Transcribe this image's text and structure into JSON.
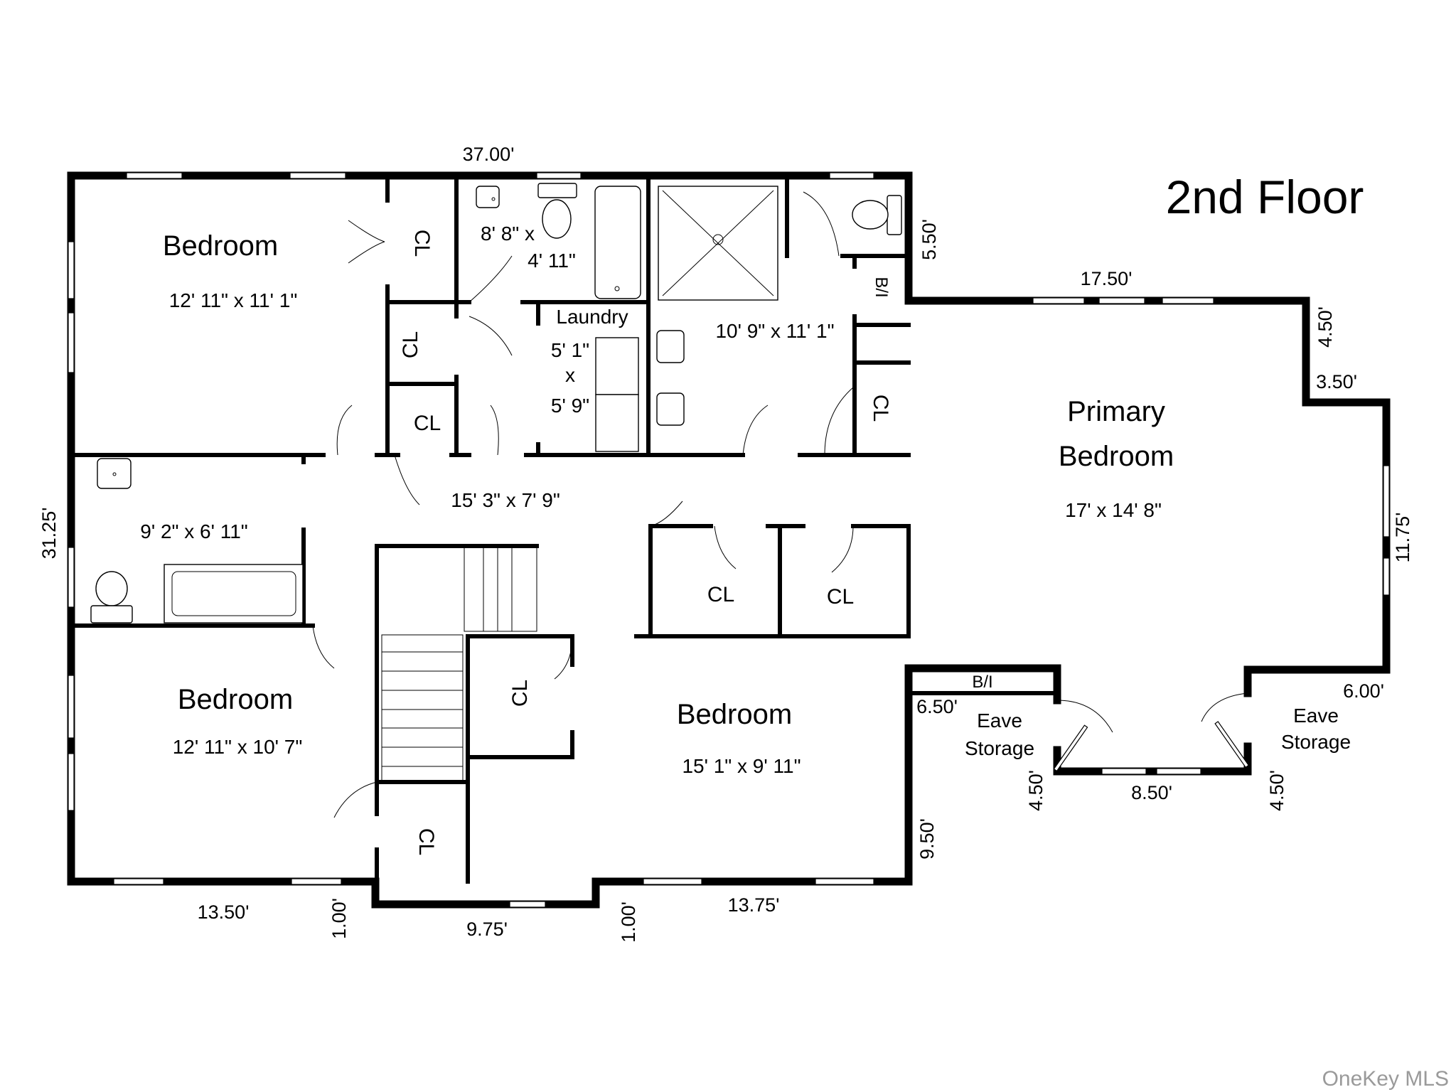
{
  "title": "2nd Floor",
  "watermark": "OneKey MLS",
  "rooms": {
    "bedroom_top_left": {
      "name": "Bedroom",
      "dims": "12' 11\" x 11' 1\""
    },
    "bath_hall": {
      "dims": "9' 2\" x 6' 11\""
    },
    "bedroom_bottom_left": {
      "name": "Bedroom",
      "dims": "12' 11\" x 10' 7\""
    },
    "bath_top": {
      "dims_line1": "8' 8\" x",
      "dims_line2": "4' 11\""
    },
    "laundry": {
      "name": "Laundry",
      "dims_line1": "5' 1\"",
      "dims_line2": "x",
      "dims_line3": "5' 9\""
    },
    "primary_bath": {
      "dims": "10' 9\" x 11' 1\""
    },
    "hallway": {
      "dims": "15' 3\" x 7' 9\""
    },
    "bedroom_bottom_center": {
      "name": "Bedroom",
      "dims": "15' 1\" x 9' 11\""
    },
    "primary_bedroom": {
      "name_line1": "Primary",
      "name_line2": "Bedroom",
      "dims": "17' x 14' 8\""
    },
    "eave_storage_left": {
      "line1": "Eave",
      "line2": "Storage"
    },
    "eave_storage_right": {
      "line1": "Eave",
      "line2": "Storage"
    }
  },
  "closets": {
    "label": "CL",
    "builtin_label": "B/I"
  },
  "measurements": {
    "top": "37.00'",
    "left": "31.25'",
    "bath_right": "5.50'",
    "primary_top": "17.50'",
    "primary_step_v": "4.50'",
    "primary_step_h": "3.50'",
    "primary_right": "11.75'",
    "primary_bottom_right": "6.00'",
    "eave_left": "6.50'",
    "bay_left": "4.50'",
    "bay_bottom": "8.50'",
    "bay_right": "4.50'",
    "bedroom_center_right": "9.50'",
    "bottom_left": "13.50'",
    "step_left": "1.00'",
    "bottom_mid": "9.75'",
    "step_right": "1.00'",
    "bottom_right": "13.75'"
  }
}
